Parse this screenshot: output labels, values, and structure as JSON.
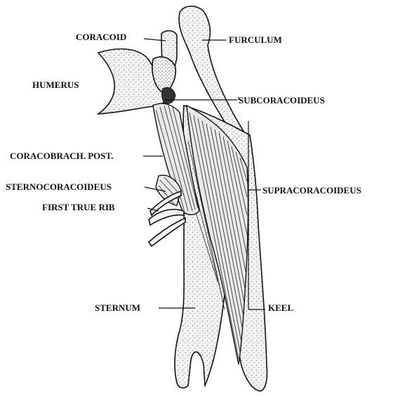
{
  "figure": {
    "labels": {
      "coracoid": "CORACOID",
      "furculum": "FURCULUM",
      "humerus": "HUMERUS",
      "subcoracoideus": "SUBCORACOIDEUS",
      "coracobrach_post": "CORACOBRACH. POST.",
      "sternocoracoideus": "STERNOCORACOIDEUS",
      "supracoracoideus": "SUPRACORACOIDEUS",
      "first_true_rib": "FIRST TRUE RIB",
      "sternum": "STERNUM",
      "keel": "KEEL"
    },
    "colors": {
      "ink": "#111111",
      "paper": "#ffffff",
      "stipple": "#333333"
    }
  }
}
